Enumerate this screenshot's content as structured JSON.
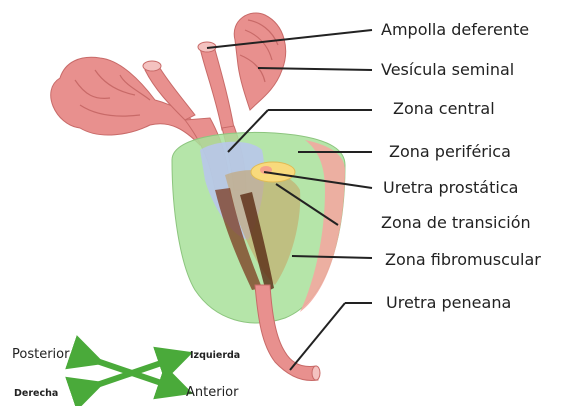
{
  "labels": {
    "ampolla": "Ampolla deferente",
    "vesicula": "Vesícula seminal",
    "central": "Zona central",
    "periferica": "Zona periférica",
    "uretra_prostatica": "Uretra prostática",
    "transicion": "Zona de transición",
    "fibromuscular": "Zona fibromuscular",
    "uretra_peneana": "Uretra peneana"
  },
  "orientation": {
    "posterior": "Posterior",
    "izquierda": "Izquierda",
    "derecha": "Derecha",
    "anterior": "Anterior"
  },
  "colors": {
    "seminal_pink": "#e8908e",
    "peripheral_green": "#a8e09a",
    "central_blue": "#b8c6ee",
    "transition_yellow": "#f8da7c",
    "fibromuscular_red": "#f2a8a0",
    "urethra_brown": "#7c3a20",
    "arrow_green": "#4aaa3a"
  }
}
